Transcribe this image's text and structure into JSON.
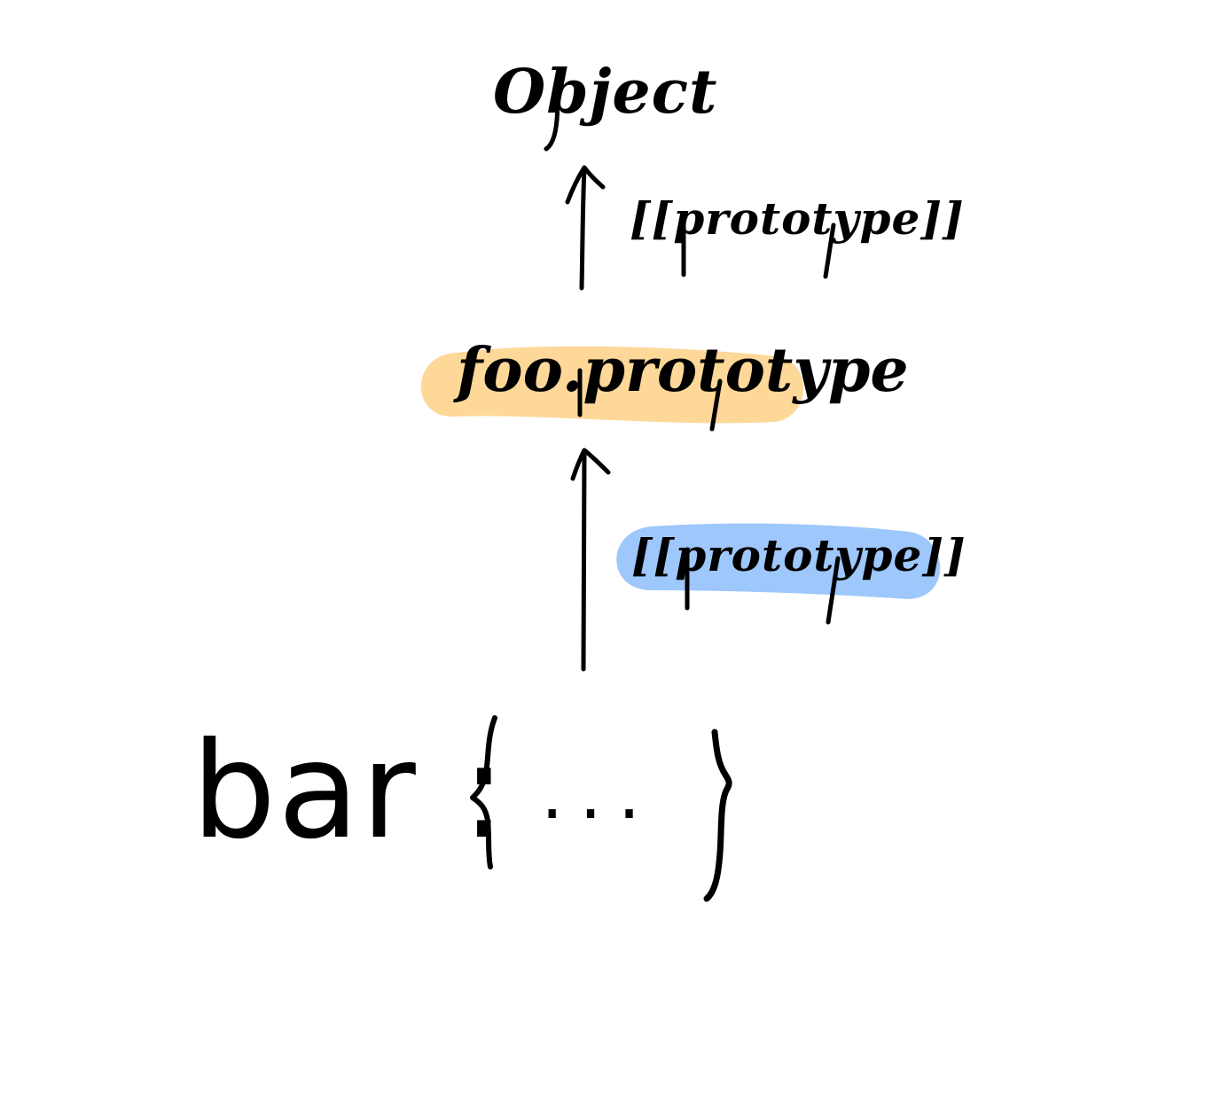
{
  "nodes": {
    "object": {
      "label": "Object"
    },
    "foo_prototype": {
      "label": "foo.prototype"
    },
    "bar": {
      "label": "bar :"
    }
  },
  "edges": [
    {
      "from": "foo_prototype",
      "to": "object",
      "label": "[[prototype]]"
    },
    {
      "from": "bar",
      "to": "foo_prototype",
      "label": "[[prototype]]"
    }
  ],
  "bar_body": {
    "ellipsis": "..."
  },
  "colors": {
    "stroke": "#000000",
    "highlight_orange": "#fdd898",
    "highlight_blue": "#9ec7fb",
    "background": "#ffffff"
  },
  "icons": [
    "up-arrow-icon",
    "up-arrow-icon",
    "left-brace-icon",
    "right-brace-icon"
  ]
}
